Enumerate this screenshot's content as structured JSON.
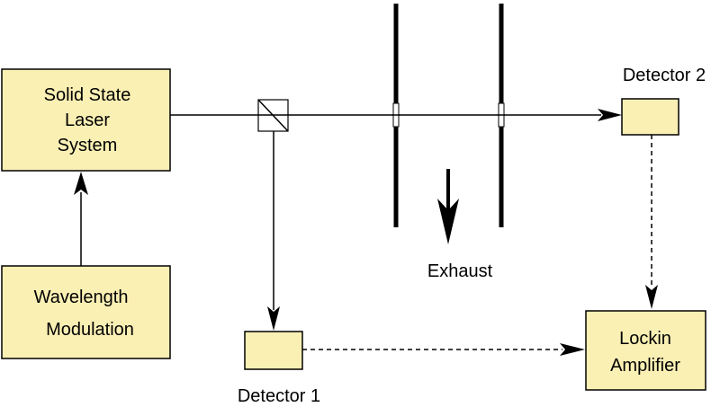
{
  "boxes": {
    "laser": {
      "line1": "Solid State",
      "line2": "Laser",
      "line3": "System"
    },
    "modulation": {
      "line1": "Wavelength",
      "line2": "Modulation"
    },
    "lockin": {
      "line1": "Lockin",
      "line2": "Amplifier"
    }
  },
  "labels": {
    "detector1": "Detector 1",
    "detector2": "Detector 2",
    "exhaust": "Exhaust"
  },
  "colors": {
    "box_fill": "#fbf0b4",
    "stroke": "#000000"
  }
}
